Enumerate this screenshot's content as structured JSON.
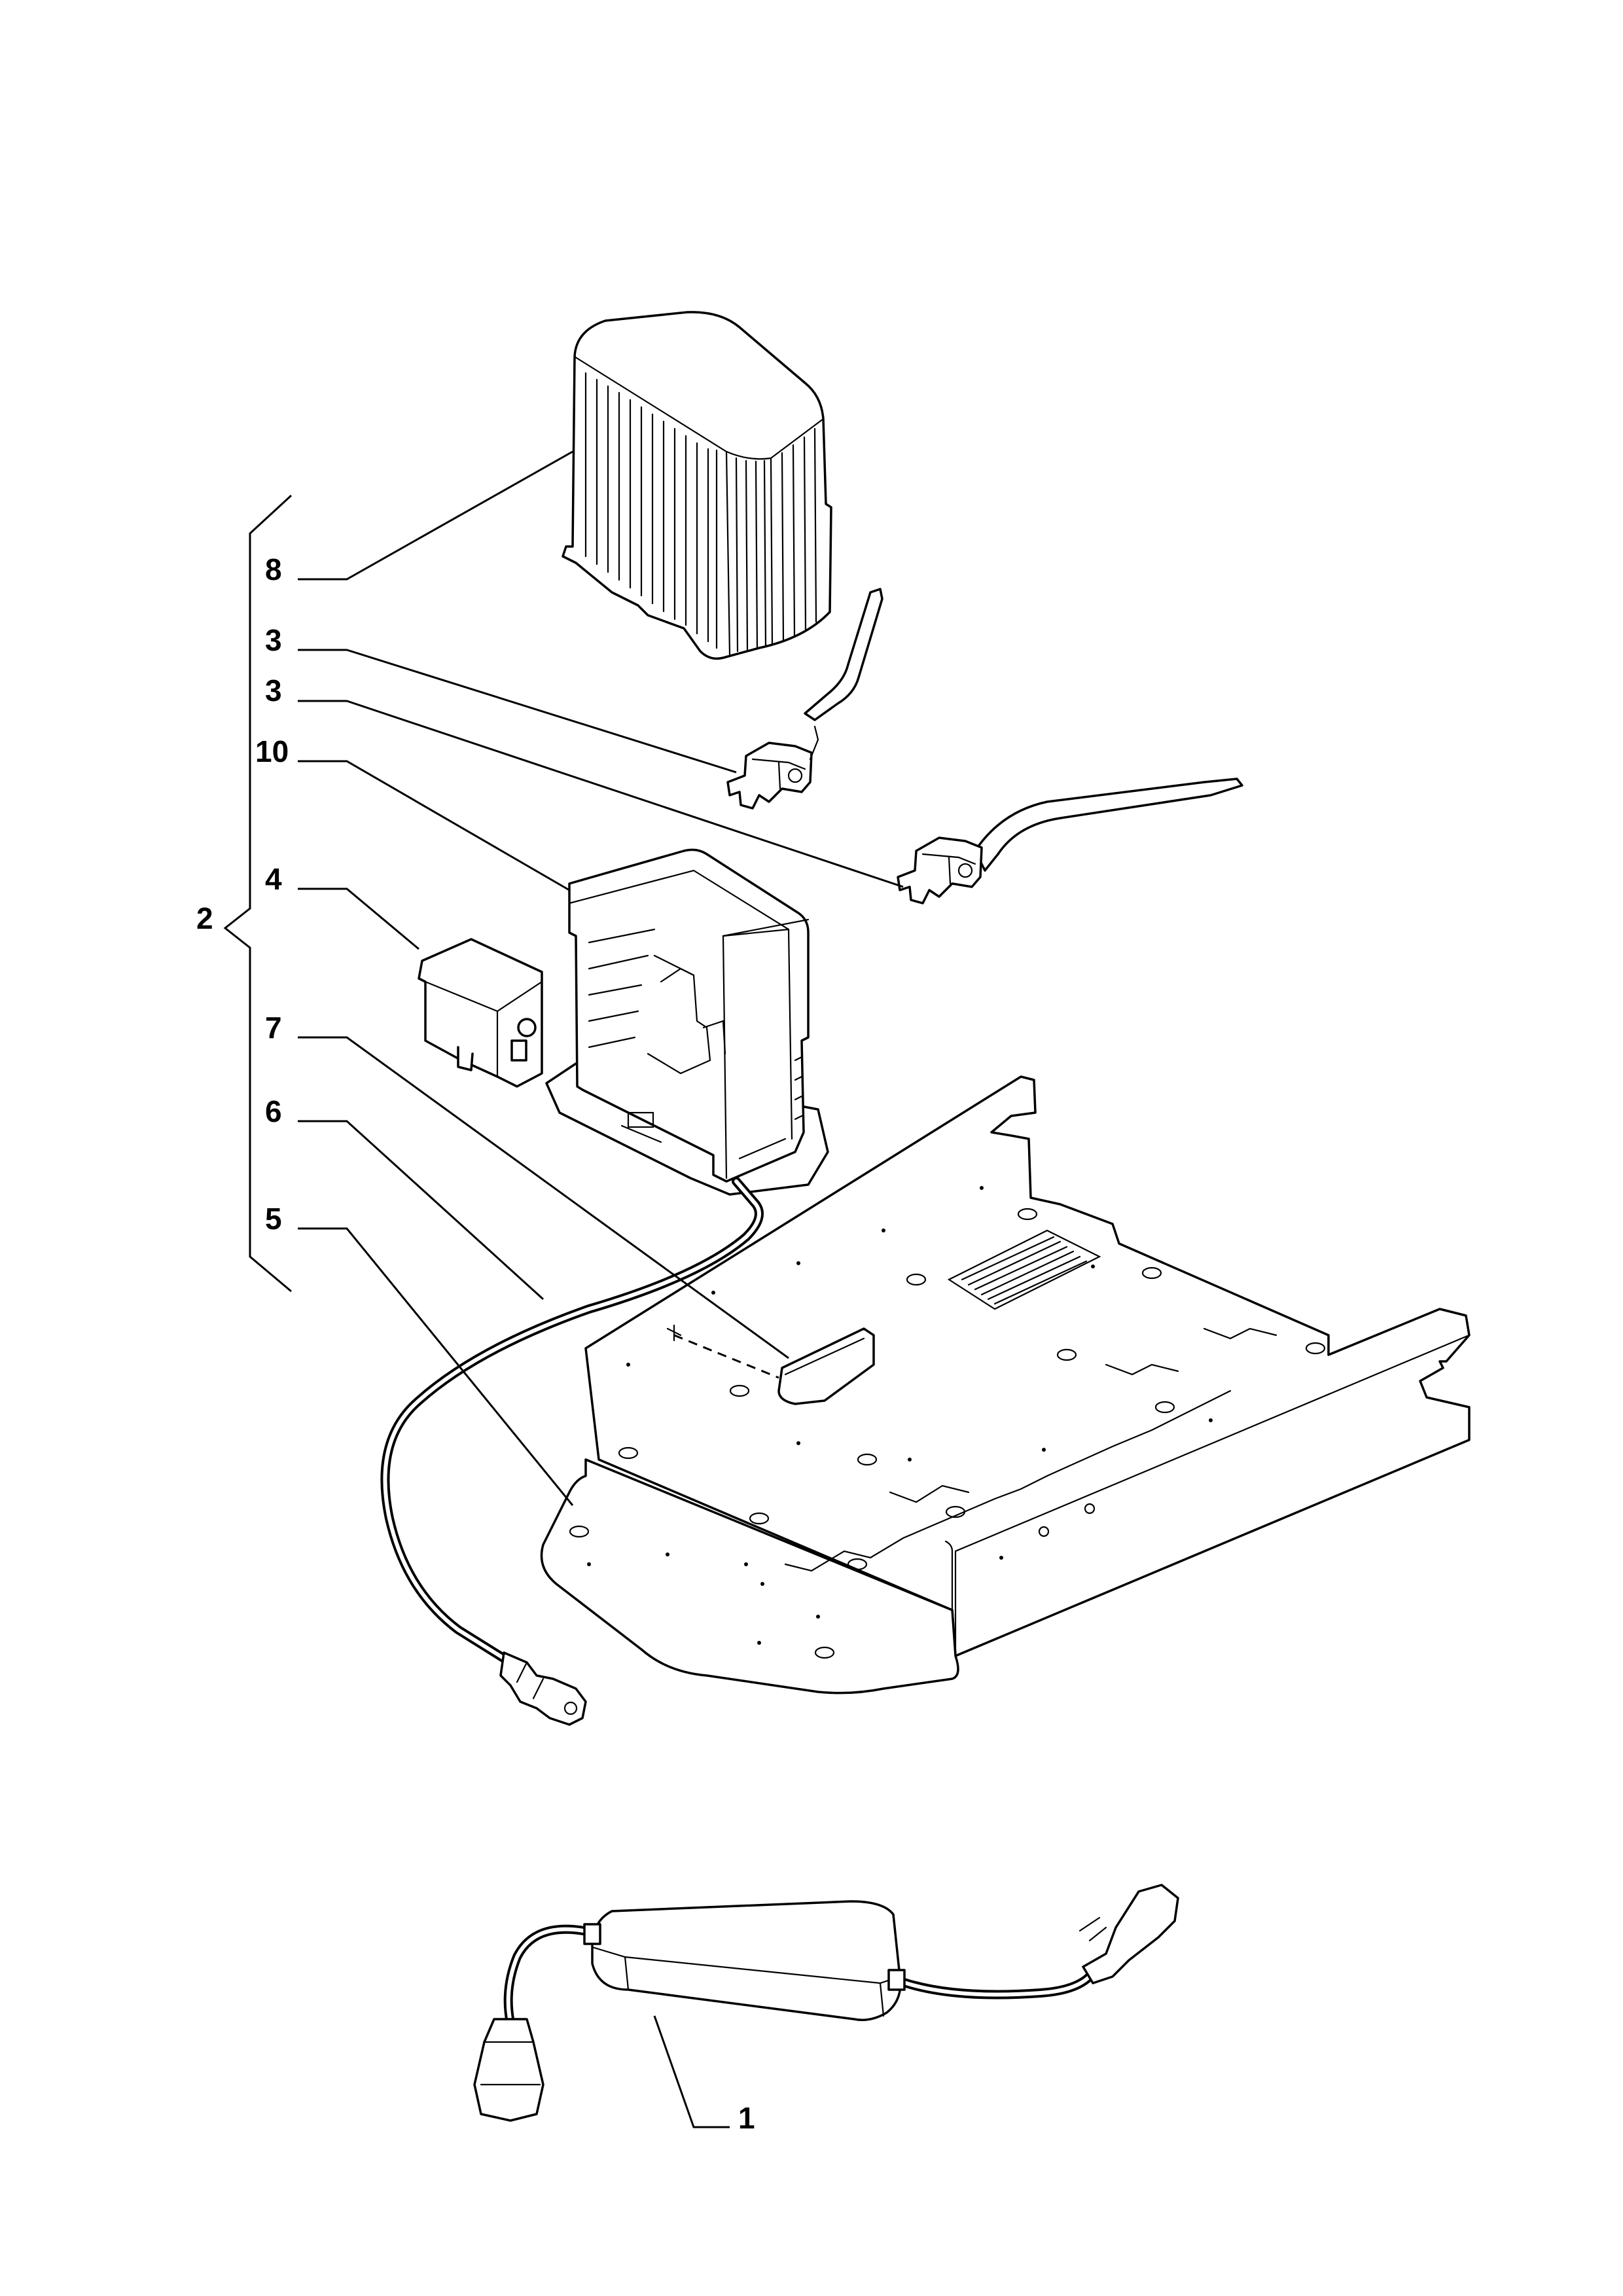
{
  "callouts": {
    "c1": "1",
    "c2": "2",
    "c3a": "3",
    "c3b": "3",
    "c4": "4",
    "c5": "5",
    "c6": "6",
    "c7": "7",
    "c8": "8",
    "c10": "10"
  }
}
